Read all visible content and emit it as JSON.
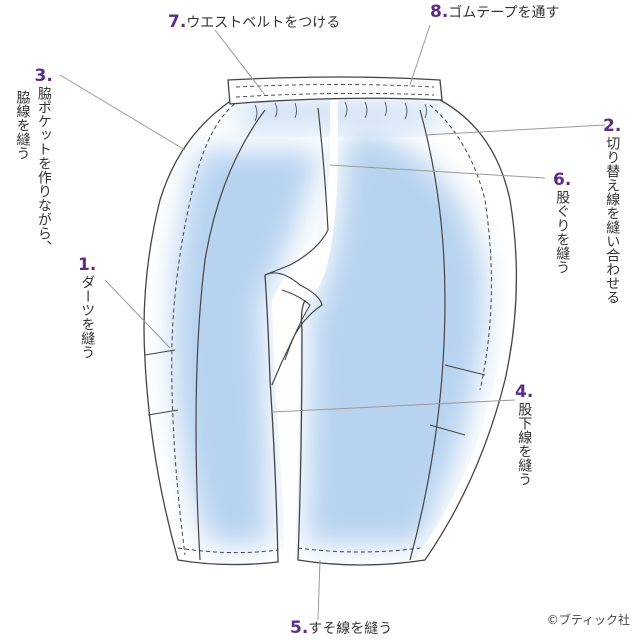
{
  "steps": [
    {
      "num": "1.",
      "text": "ダーツを縫う"
    },
    {
      "num": "2.",
      "text": "切り替え線を縫い合わせる"
    },
    {
      "num": "3.",
      "text_col1": "脇ポケットを作りながら、",
      "text_col2": "脇線を縫う"
    },
    {
      "num": "4.",
      "text": "股下線を縫う"
    },
    {
      "num": "5.",
      "text": "すそ線を縫う"
    },
    {
      "num": "6.",
      "text": "股ぐりを縫う"
    },
    {
      "num": "7.",
      "text": "ウエストベルトをつける"
    },
    {
      "num": "8.",
      "text": "ゴムテープを通す"
    }
  ],
  "copyright": "©ブティック社",
  "colors": {
    "fabric_fill": "#b7d3f0",
    "outline": "#444444",
    "step_number": "#5b2d86",
    "leader_line": "#9a9a9a"
  }
}
